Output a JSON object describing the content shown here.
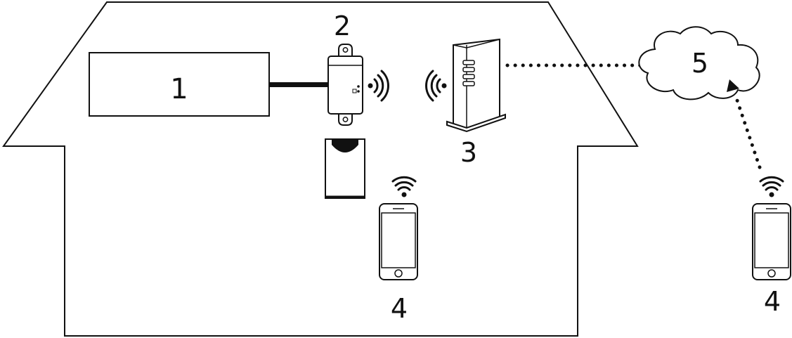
{
  "labels": {
    "device1": "1",
    "device2": "2",
    "device3": "3",
    "device4_home": "4",
    "device4_remote": "4",
    "device5": "5"
  },
  "colors": {
    "line": "#111111",
    "fill": "#ffffff"
  },
  "icons": {
    "device1": "rectangle-unit",
    "device2": "wall-adapter-icon",
    "device2b": "sensor-box-icon",
    "device3": "router-icon",
    "device4": "smartphone-icon",
    "device5": "cloud-icon",
    "signal": "wifi-signal-icon"
  }
}
